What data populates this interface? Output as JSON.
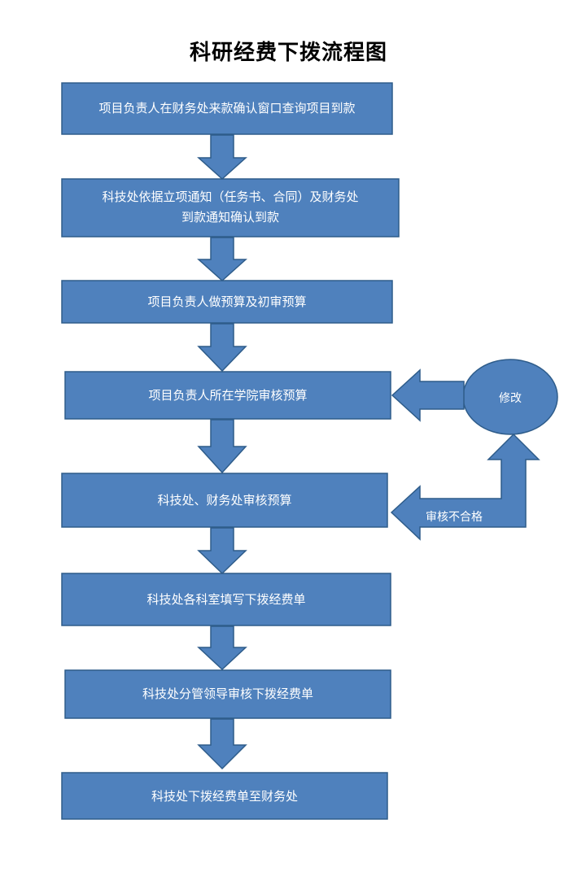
{
  "title": "科研经费下拨流程图",
  "steps": [
    {
      "line1": "项目负责人在财务处来款确认窗口查询项目到款",
      "line2": ""
    },
    {
      "line1": "科技处依据立项通知（任务书、合同）及财务处",
      "line2": "到款通知确认到款"
    },
    {
      "line1": "项目负责人做预算及初审预算",
      "line2": ""
    },
    {
      "line1": "项目负责人所在学院审核预算",
      "line2": ""
    },
    {
      "line1": "科技处、财务处审核预算",
      "line2": ""
    },
    {
      "line1": "科技处各科室填写下拨经费单",
      "line2": ""
    },
    {
      "line1": "科技处分管领导审核下拨经费单",
      "line2": ""
    },
    {
      "line1": "科技处下拨经费单至财务处",
      "line2": ""
    }
  ],
  "loop": {
    "revise_label": "修改",
    "reject_label": "审核不合格"
  },
  "colors": {
    "box_fill": "#4f81bd",
    "box_stroke": "#2e5c8a",
    "text": "#ffffff"
  }
}
